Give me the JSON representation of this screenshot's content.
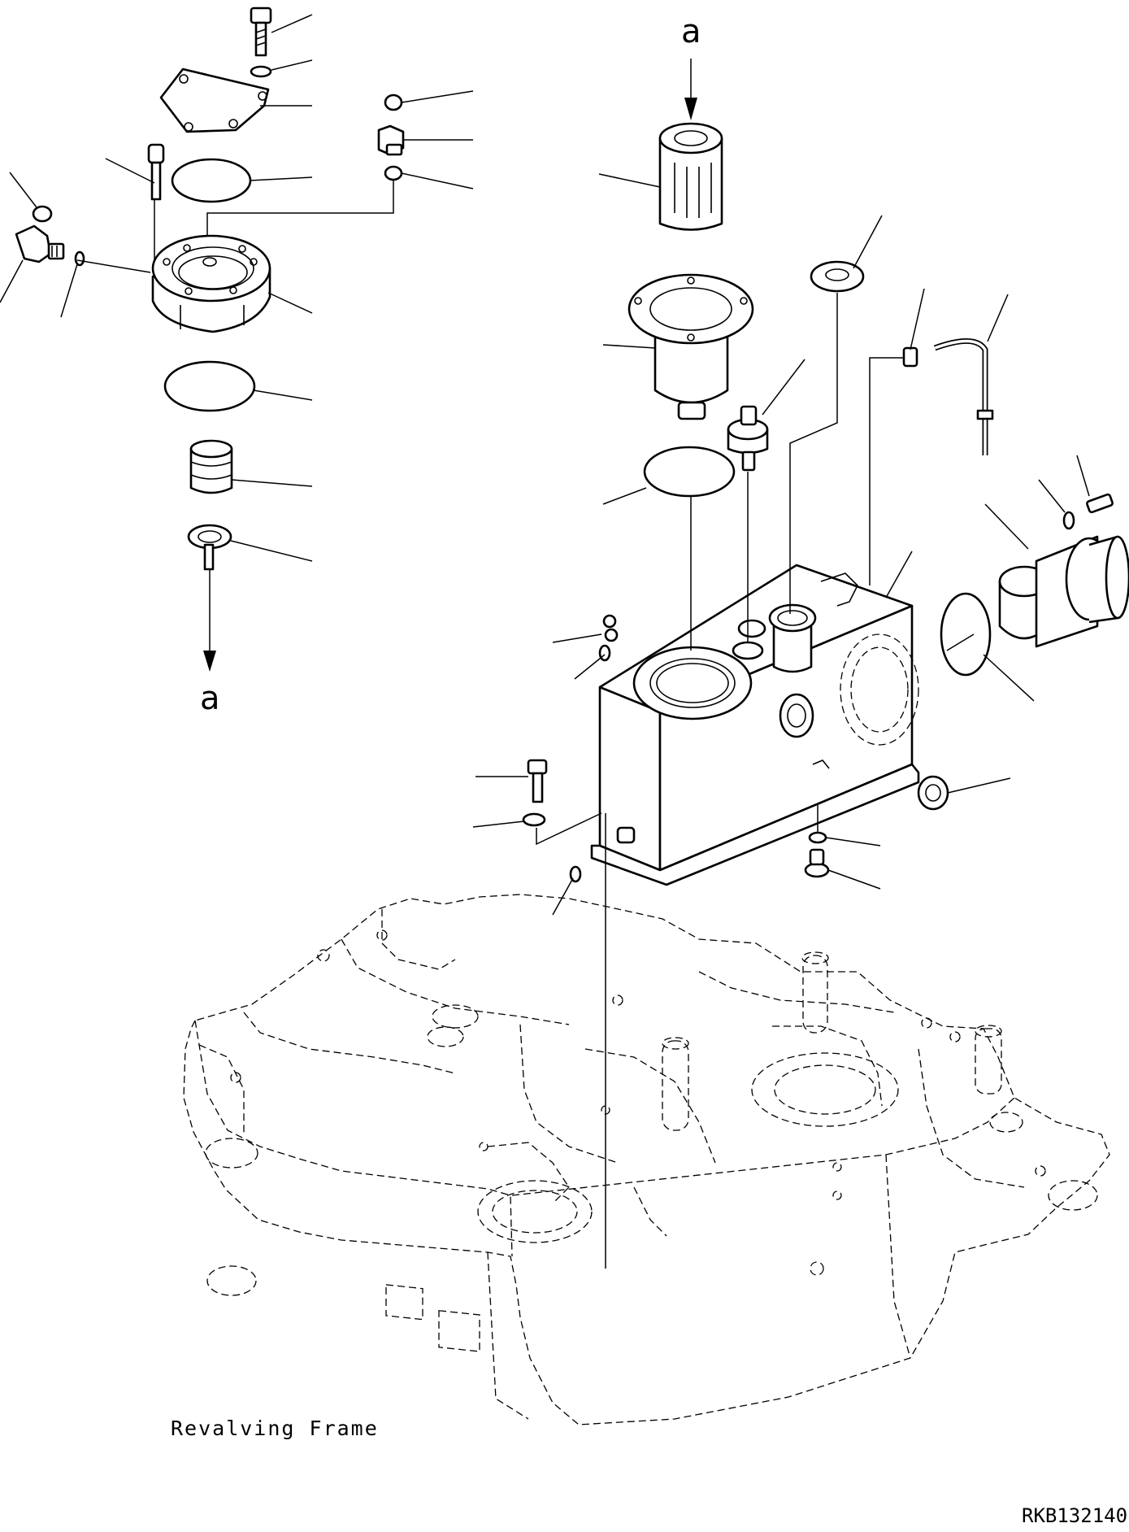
{
  "frame_label": "Revalving Frame",
  "drawing_code": "RKB132140",
  "view_marker_top": "a",
  "view_marker_bottom": "a"
}
